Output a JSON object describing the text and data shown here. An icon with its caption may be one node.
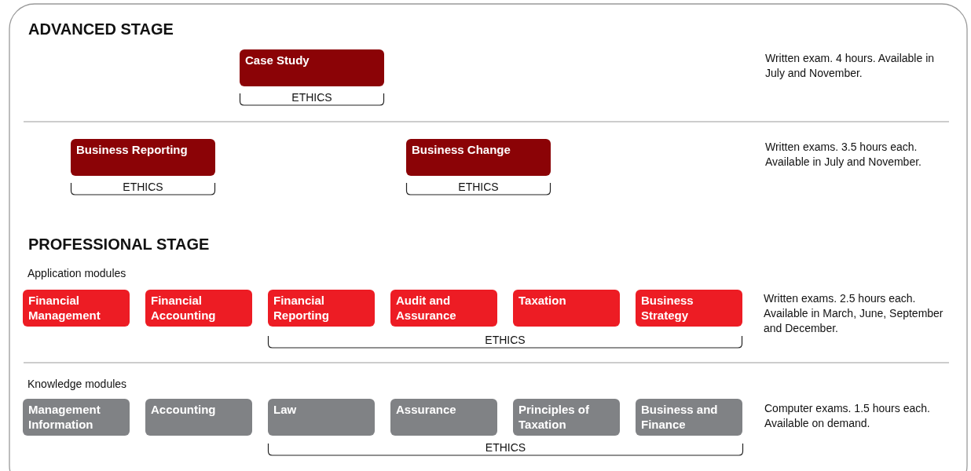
{
  "diagram": {
    "nodes": [
      {
        "text": [
          "Case Study"
        ]
      },
      {
        "text": [
          "Business Reporting"
        ]
      },
      {
        "text": [
          "Business Change"
        ]
      },
      {
        "text": [
          "Financial Management"
        ]
      },
      {
        "text": [
          "Financial Accounting"
        ]
      },
      {
        "text": [
          "Financial Reporting"
        ]
      },
      {
        "text": [
          "Audit and Assurance"
        ]
      },
      {
        "text": [
          "Taxation"
        ]
      },
      {
        "text": [
          "Business Strategy"
        ]
      },
      {
        "text": [
          "Management Information"
        ]
      },
      {
        "text": [
          "Accounting"
        ]
      },
      {
        "text": [
          "Law"
        ]
      },
      {
        "text": [
          "Assurance"
        ]
      },
      {
        "text": [
          "Principles of Taxation"
        ]
      },
      {
        "text": [
          "Business and Finance"
        ]
      }
    ],
    "labels": [
      "ADVANCED STAGE",
      "ETHICS",
      "Written exam. 4 hours. Available in July and November.",
      "ETHICS",
      "ETHICS",
      "Written exams. 3.5 hours each. Available in July and November.",
      "PROFESSIONAL STAGE",
      "Application modules",
      "ETHICS",
      "Written exams. 2.5 hours each. Available in March, June, September and December.",
      "Knowledge modules",
      "ETHICS",
      "Computer exams. 1.5 hours each. Available on demand."
    ]
  }
}
